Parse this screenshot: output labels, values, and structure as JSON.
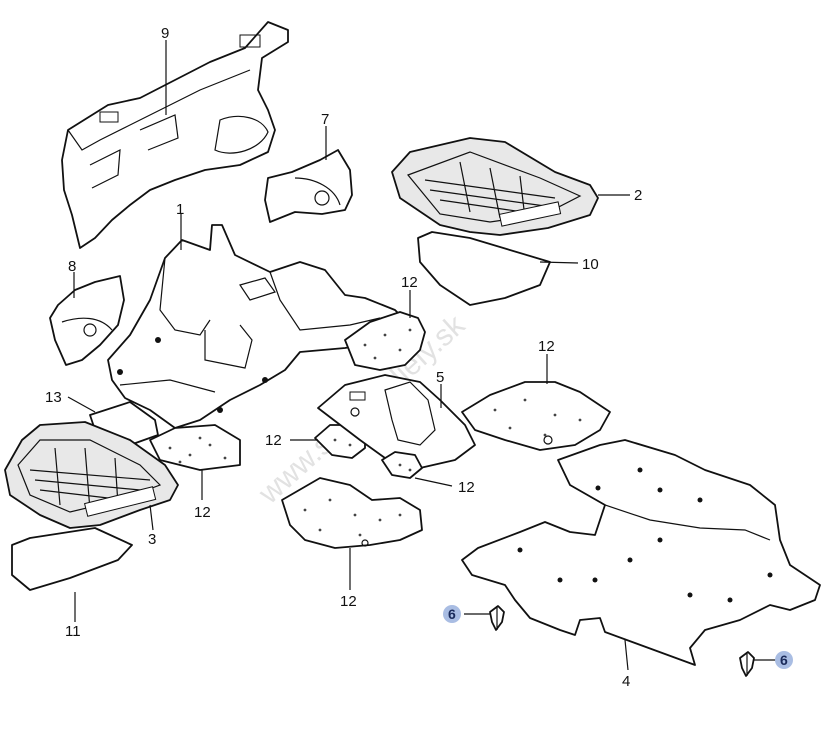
{
  "watermark": "www.suzuki-diely.sk",
  "labels": {
    "p1": "1",
    "p2": "2",
    "p3": "3",
    "p4": "4",
    "p5": "5",
    "p6a": "6",
    "p6b": "6",
    "p7": "7",
    "p8": "8",
    "p9": "9",
    "p10": "10",
    "p11": "11",
    "p12a": "12",
    "p12b": "12",
    "p12c": "12",
    "p12d": "12",
    "p12e": "12",
    "p12f": "12",
    "p13": "13"
  },
  "colors": {
    "highlight": "#a9bde3",
    "line": "#111111"
  }
}
